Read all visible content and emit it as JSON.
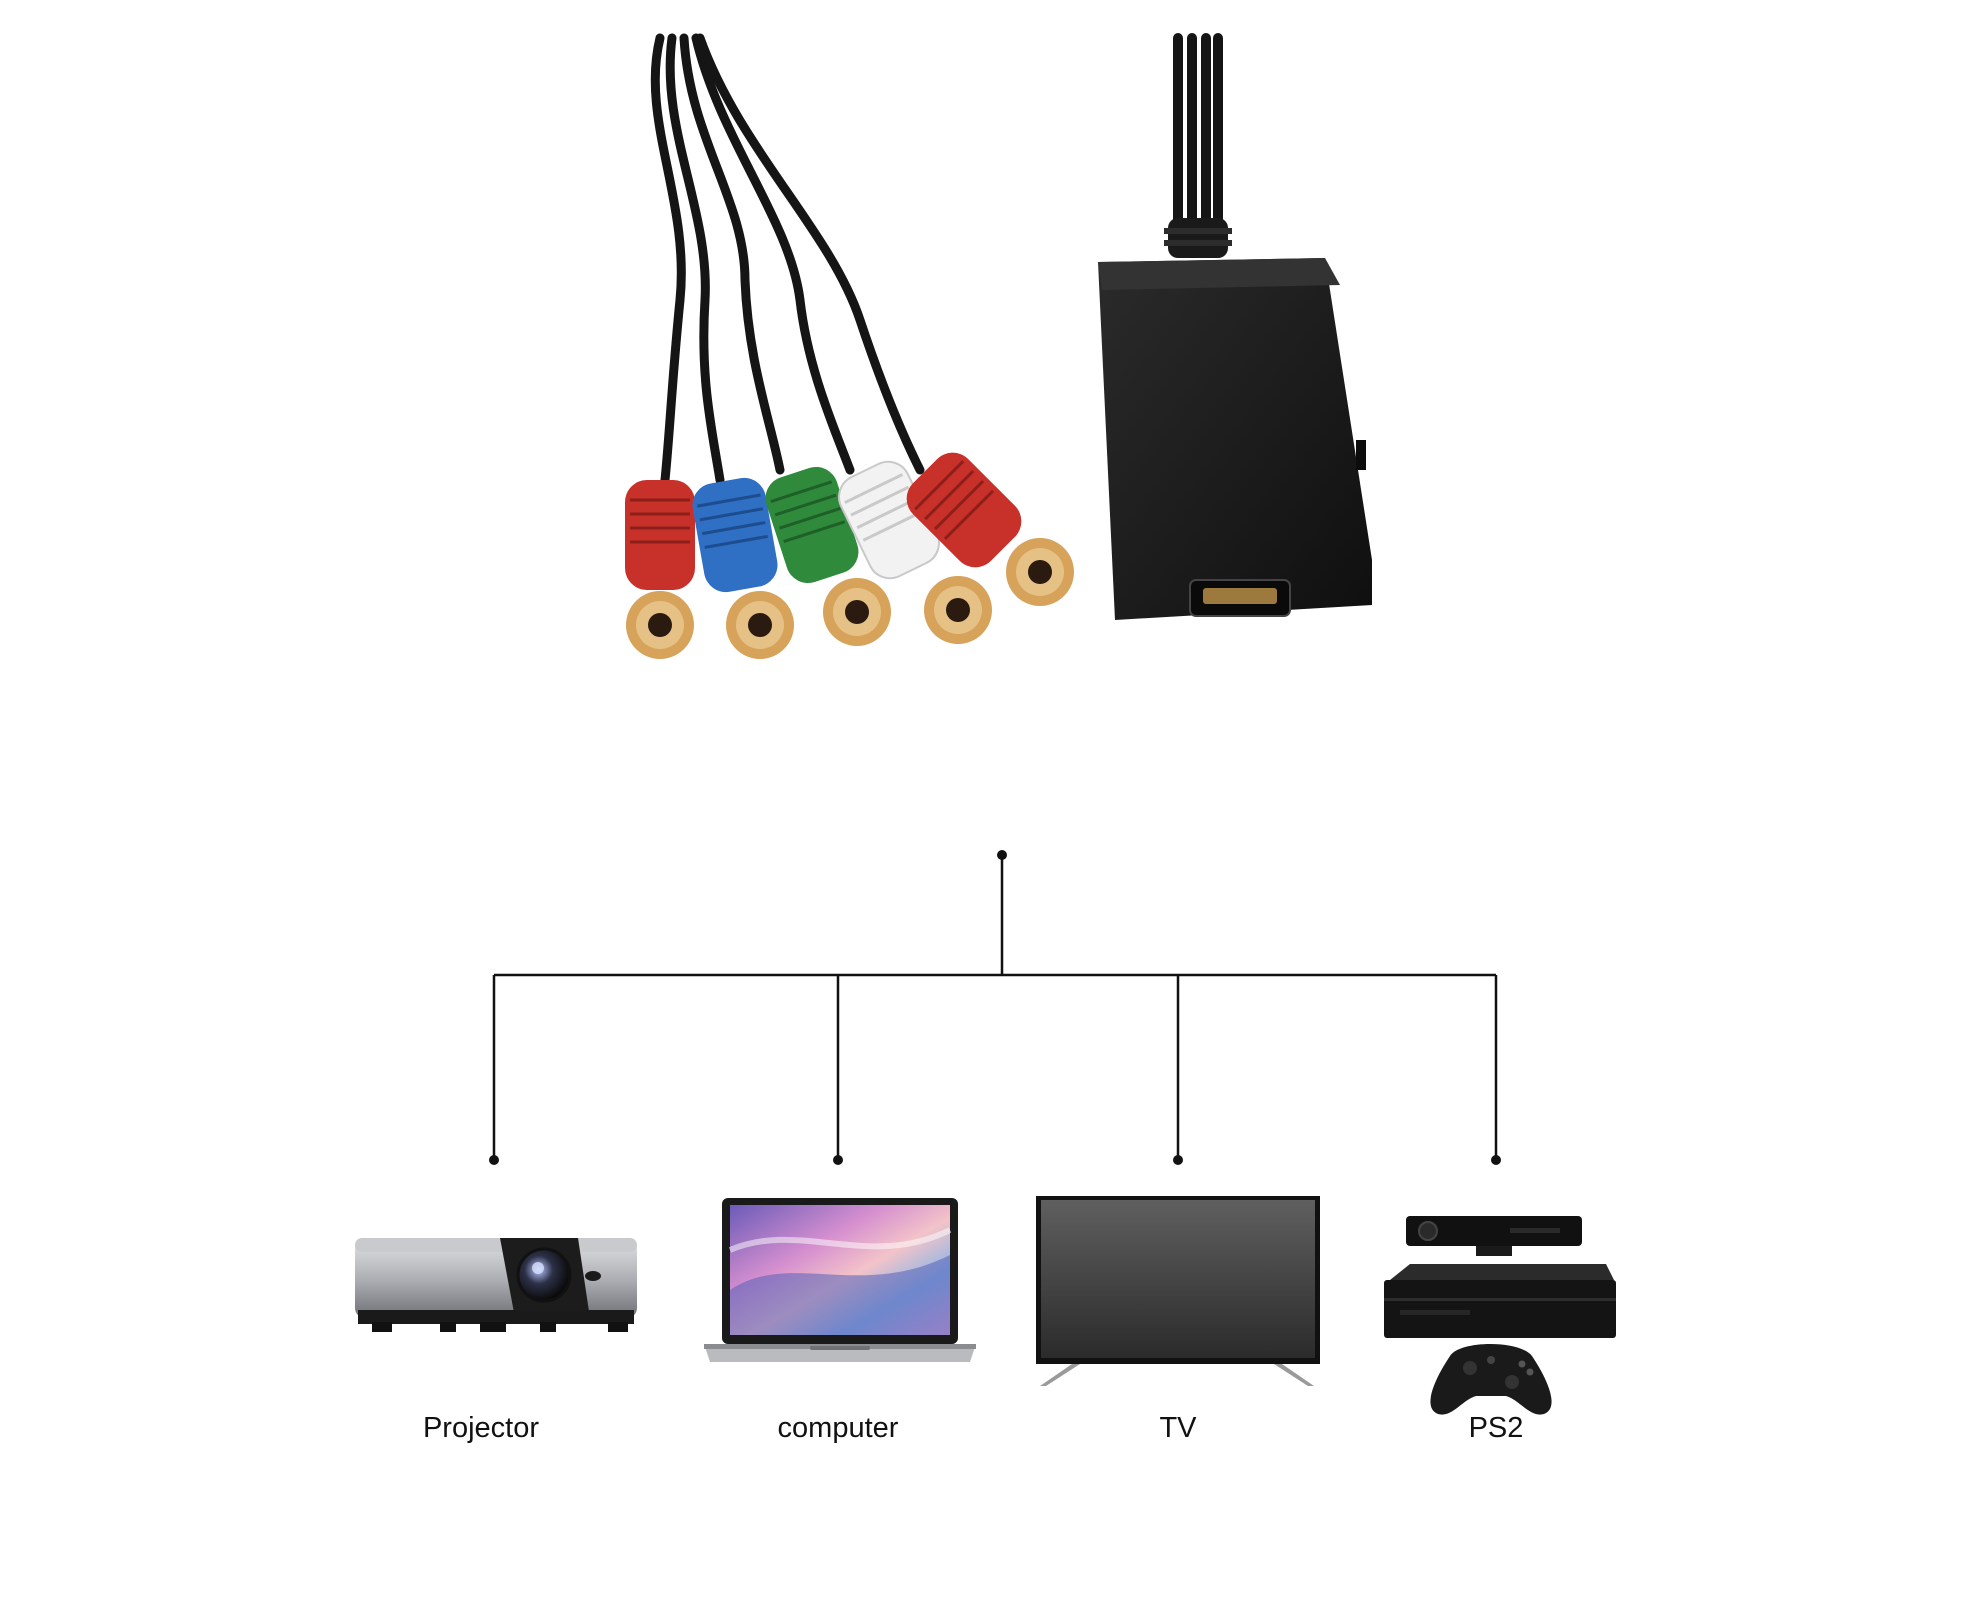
{
  "devices": [
    {
      "id": "projector",
      "label": "Projector",
      "icon": "projector-icon"
    },
    {
      "id": "computer",
      "label": "computer",
      "icon": "laptop-icon"
    },
    {
      "id": "tv",
      "label": "TV",
      "icon": "tv-icon"
    },
    {
      "id": "ps2",
      "label": "PS2",
      "icon": "game-console-icon"
    }
  ],
  "product": {
    "icon": "component-to-hdmi-adapter-icon",
    "rca_plug_colors": [
      "#c8302a",
      "#2f6fc4",
      "#2f8a3c",
      "#f2f2f2",
      "#c8302a"
    ],
    "body_color": "#1b1b1b",
    "contact_color": "#d7a25a"
  },
  "colors": {
    "background": "#ffffff",
    "connector_line": "#111111",
    "label_text": "#111111"
  }
}
